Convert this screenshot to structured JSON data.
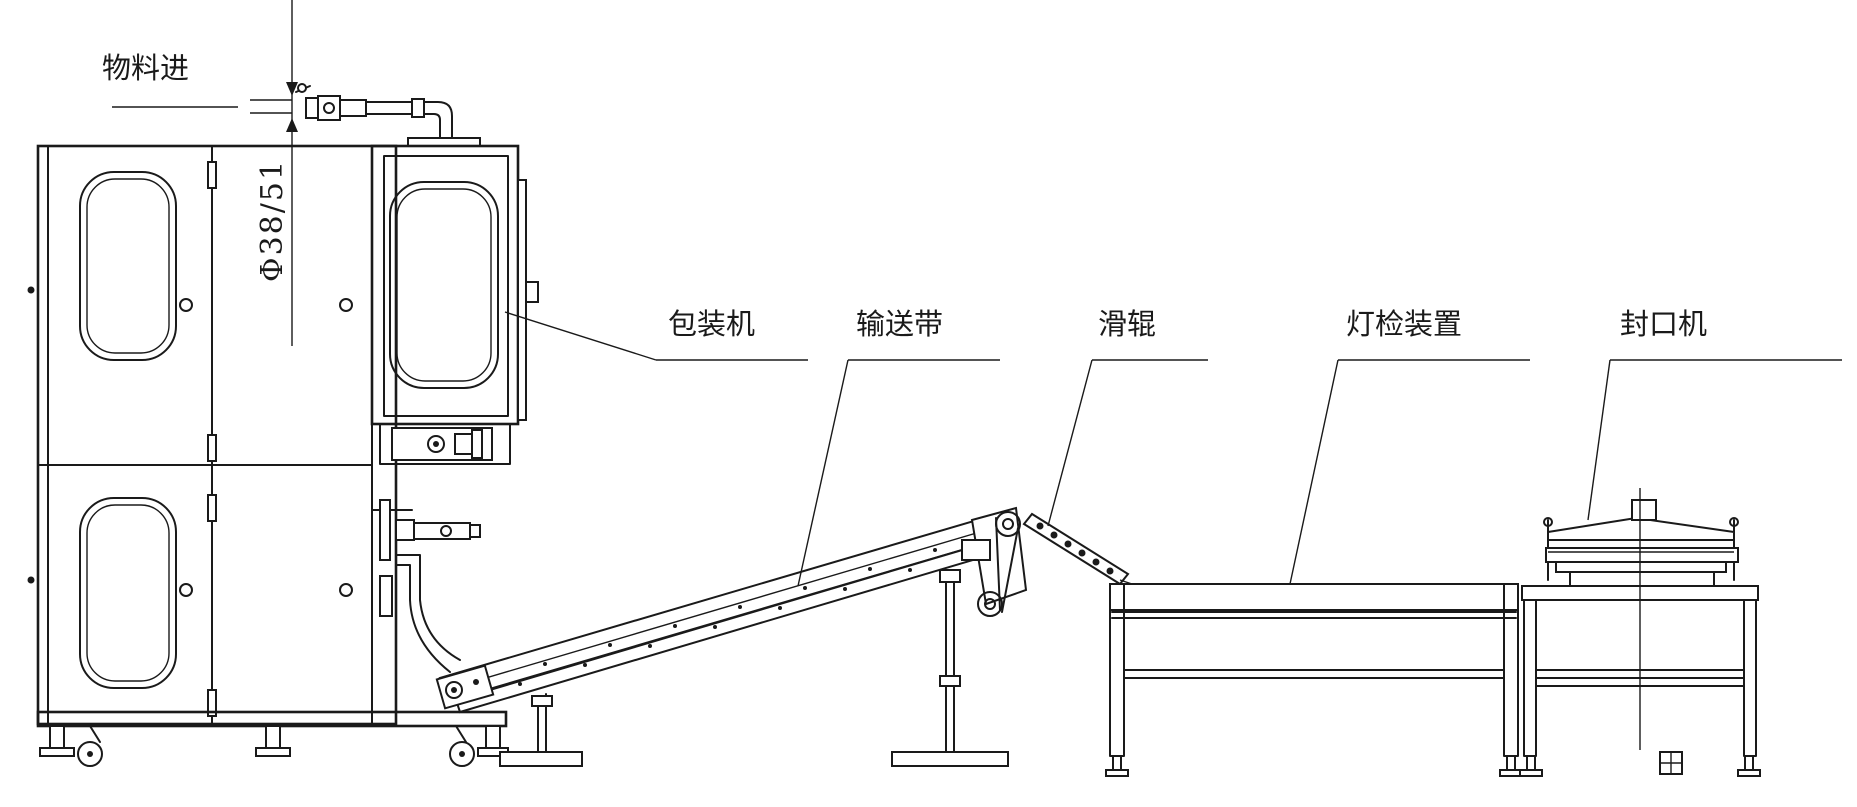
{
  "labels": {
    "material_inlet": "物料进",
    "pipe_diameter": "Φ38/51",
    "packaging_machine": "包装机",
    "conveyor_belt": "输送带",
    "slide_roller": "滑辊",
    "light_inspection": "灯检装置",
    "sealing_machine": "封口机"
  },
  "colors": {
    "line": "#1a1a1a",
    "background": "#ffffff"
  }
}
